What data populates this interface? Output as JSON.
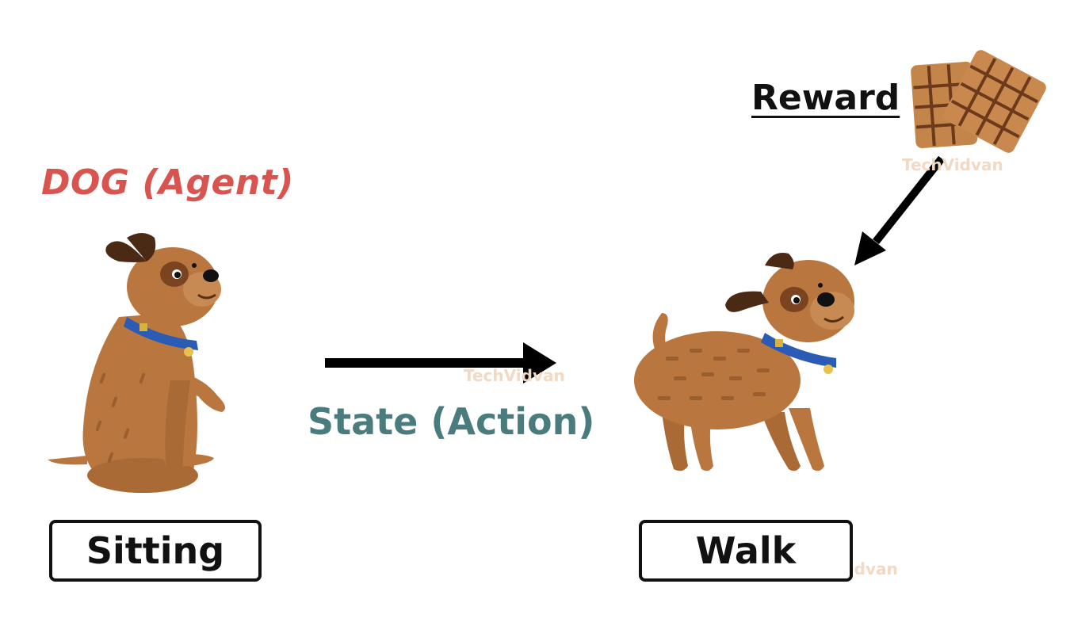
{
  "labels": {
    "agent": "DOG (Agent)",
    "reward": "Reward",
    "action": "State (Action)"
  },
  "states": {
    "initial": "Sitting",
    "next": "Walk"
  },
  "watermarks": [
    "TechVidvan",
    "TechVidvan",
    "TechVidvan"
  ],
  "colors": {
    "agent_label": "#d9534f",
    "action_label": "#4a7c7e",
    "dog_body": "#b9773f",
    "collar": "#2a5bb5"
  }
}
